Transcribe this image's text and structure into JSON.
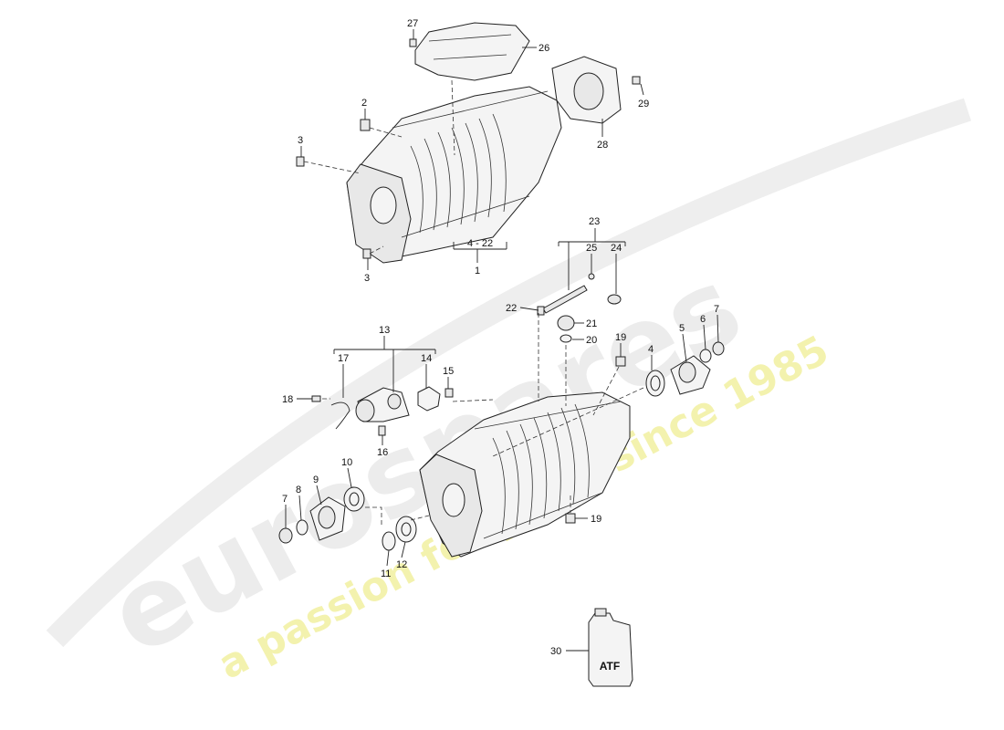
{
  "callouts": {
    "c1": "1",
    "c2": "2",
    "c3a": "3",
    "c3b": "3",
    "c4_22": "4 - 22",
    "c23": "23",
    "c25": "25",
    "c24": "24",
    "c22": "22",
    "c21": "21",
    "c20": "20",
    "c13": "13",
    "c17": "17",
    "c14": "14",
    "c15": "15",
    "c18": "18",
    "c16": "16",
    "c19a": "19",
    "c19b": "19",
    "c4": "4",
    "c5": "5",
    "c6": "6",
    "c7a": "7",
    "c7b": "7",
    "c8": "8",
    "c9": "9",
    "c10": "10",
    "c11": "11",
    "c12": "12",
    "c26": "26",
    "c27": "27",
    "c28": "28",
    "c29": "29",
    "c30": "30"
  },
  "container_label": "ATF",
  "watermark": {
    "brand": "eurospares",
    "tagline": "a passion for parts since 1985",
    "brand_color": "#e6e6e6",
    "tagline_color": "#f2f0a0"
  }
}
